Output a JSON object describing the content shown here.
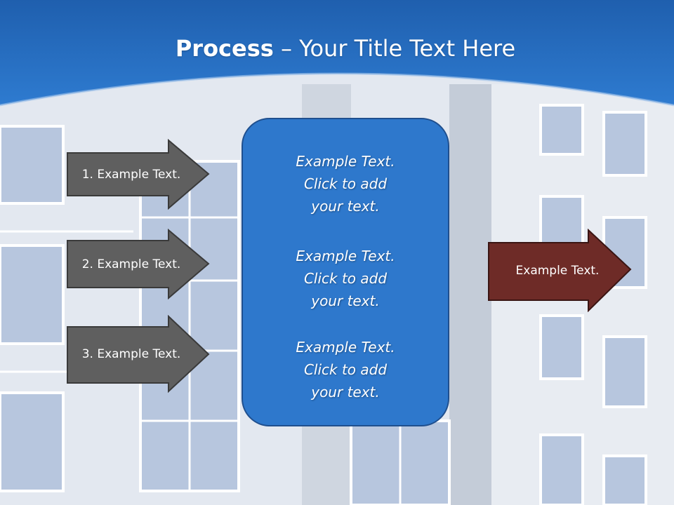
{
  "slide": {
    "title_bold": "Process",
    "title_rest": " – Your Title Text Here",
    "colors": {
      "header_blue": "#2a6fc5",
      "box_blue": "#2e78cc",
      "arrow_gray": "#5f5f5f",
      "arrow_red": "#6e2b27"
    }
  },
  "left_arrows": [
    {
      "label": "1. Example Text."
    },
    {
      "label": "2. Example Text."
    },
    {
      "label": "3. Example Text."
    }
  ],
  "center_box": {
    "paragraphs": [
      {
        "line1": "Example Text.",
        "line2": "Click  to add",
        "line3": "your text."
      },
      {
        "line1": "Example Text.",
        "line2": "Click  to add",
        "line3": "your text."
      },
      {
        "line1": "Example Text.",
        "line2": "Click  to add",
        "line3": "your text."
      }
    ]
  },
  "right_arrow": {
    "label": "Example Text."
  }
}
